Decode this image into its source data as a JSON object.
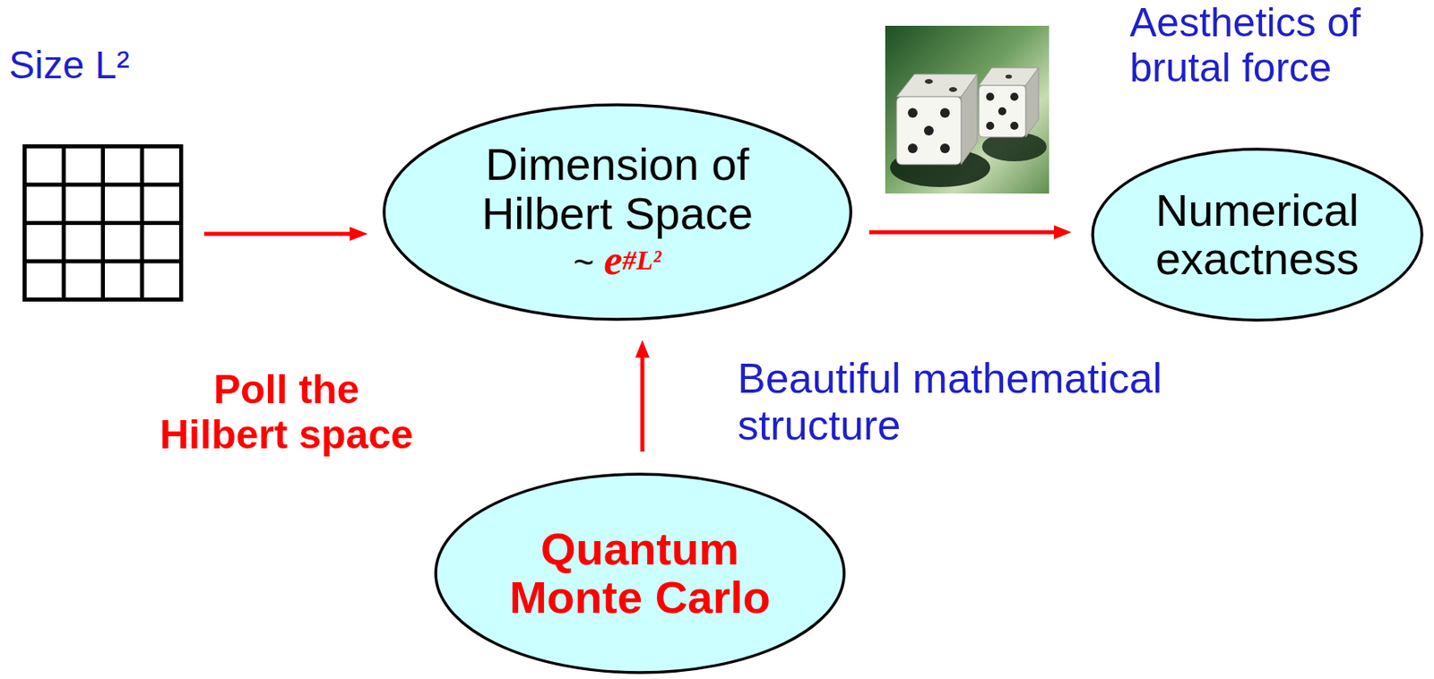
{
  "diagram": {
    "nodes": [
      {
        "text": [
          "Size L²"
        ]
      },
      {
        "text": [
          "Dimension of Hilbert Space",
          "~",
          "e",
          "#L²"
        ]
      },
      {
        "text": [
          "Numerical exactness"
        ]
      },
      {
        "text": [
          "Quantum Monte Carlo"
        ]
      }
    ],
    "edges": [
      {
        "from": 0,
        "to": 1,
        "arrow": "to"
      },
      {
        "from": 1,
        "to": 2,
        "arrow": "to"
      },
      {
        "from": 3,
        "to": 1,
        "arrow": "to"
      }
    ],
    "labels": [
      "Aesthetics of brutal force",
      "Poll the Hilbert space",
      "Beautiful mathematical structure"
    ]
  }
}
